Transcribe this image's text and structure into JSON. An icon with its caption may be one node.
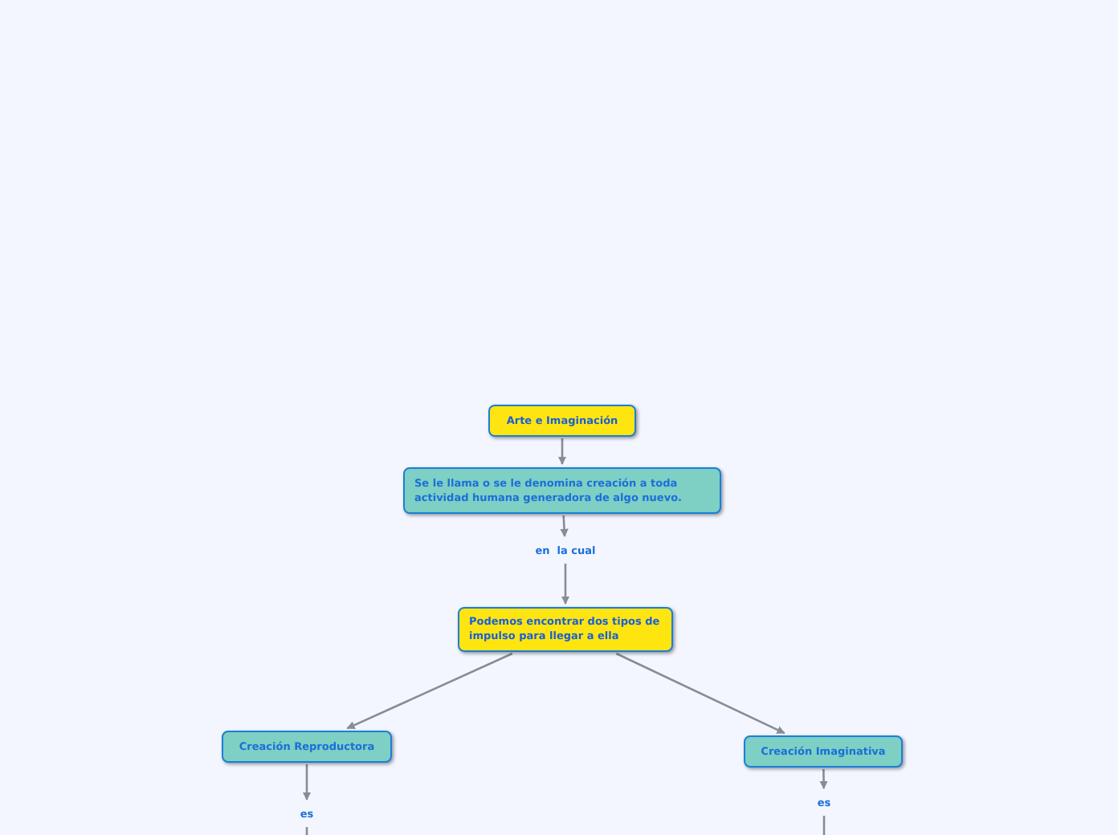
{
  "diagram": {
    "nodes": [
      {
        "text": [
          "Arte e Imaginación"
        ]
      },
      {
        "text": [
          "Se le llama o se le denomina creación a toda actividad humana generadora de algo nuevo."
        ]
      },
      {
        "text": [
          "en  la cual"
        ]
      },
      {
        "text": [
          "Podemos encontrar dos tipos de impulso para llegar a ella"
        ]
      },
      {
        "text": [
          "Creación Reproductora"
        ]
      },
      {
        "text": [
          "Creación Imaginativa"
        ]
      },
      {
        "text": [
          "es"
        ]
      },
      {
        "text": [
          "es"
        ]
      }
    ],
    "edges": [
      {
        "from": 0,
        "to": 1,
        "arrow": "to"
      },
      {
        "from": 1,
        "to": 2,
        "arrow": "to"
      },
      {
        "from": 2,
        "to": 3,
        "arrow": "to"
      },
      {
        "from": 3,
        "to": 4,
        "arrow": "to"
      },
      {
        "from": 3,
        "to": 5,
        "arrow": "to"
      },
      {
        "from": 4,
        "to": 6,
        "arrow": "to"
      },
      {
        "from": 5,
        "to": 7,
        "arrow": "to"
      },
      {
        "from": 6,
        "to": null,
        "arrow": "none"
      },
      {
        "from": 7,
        "to": null,
        "arrow": "none"
      }
    ]
  }
}
